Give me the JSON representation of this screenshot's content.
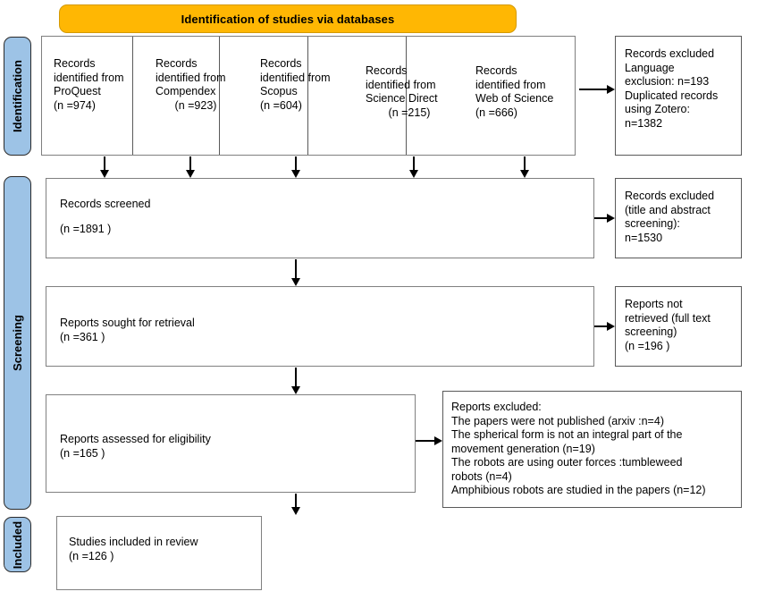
{
  "diagram": {
    "title": "PRISMA flow diagram",
    "banner": {
      "label": "Identification of studies via databases",
      "color": "#ffb703"
    },
    "stages": [
      {
        "key": "identification",
        "label": "Identification",
        "color": "#9dc3e6"
      },
      {
        "key": "screening",
        "label": "Screening",
        "color": "#9dc3e6"
      },
      {
        "key": "included",
        "label": "Included",
        "color": "#9dc3e6"
      }
    ],
    "identification_sources": [
      {
        "line1": "Records",
        "line2": "identified from",
        "line3": "ProQuest",
        "count": "(n =974)",
        "count_align": "left"
      },
      {
        "line1": "Records",
        "line2": "identified from",
        "line3": "Compendex",
        "count": "(n =923)",
        "count_align": "center"
      },
      {
        "line1": "Records",
        "line2": "identified from",
        "line3": "Scopus",
        "count": "(n =604)",
        "count_align": "left"
      },
      {
        "line1": "Records",
        "line2": "identified from",
        "line3": "Science Direct",
        "count": "(n =215)",
        "count_align": "center"
      },
      {
        "line1": "Records",
        "line2": "identified from",
        "line3": "Web of Science",
        "count": "(n =666)",
        "count_align": "left"
      }
    ],
    "identification_excluded": {
      "text": "Records excluded\nLanguage\nexclusion: n=193\nDuplicated records\nusing Zotero:\nn=1382"
    },
    "records_screened": {
      "label": "Records screened",
      "count": "(n =1891 )"
    },
    "records_screened_excluded": {
      "text": "Records excluded\n(title and abstract\nscreening):\nn=1530"
    },
    "reports_sought": {
      "label": "Reports sought for retrieval",
      "count": "(n =361 )"
    },
    "reports_not_retrieved": {
      "text": "Reports not\nretrieved (full text\nscreening)\n(n =196 )"
    },
    "reports_assessed": {
      "label": "Reports assessed for eligibility",
      "count": "(n =165 )"
    },
    "reports_excluded": {
      "text": "Reports excluded:\nThe papers were not published (arxiv :n=4)\nThe spherical form is not an integral part of the\nmovement generation (n=19)\nThe robots are using outer forces :tumbleweed\nrobots (n=4)\nAmphibious robots are studied in the papers (n=12)"
    },
    "studies_included": {
      "label": "Studies included in review",
      "count": "(n =126 )"
    }
  }
}
